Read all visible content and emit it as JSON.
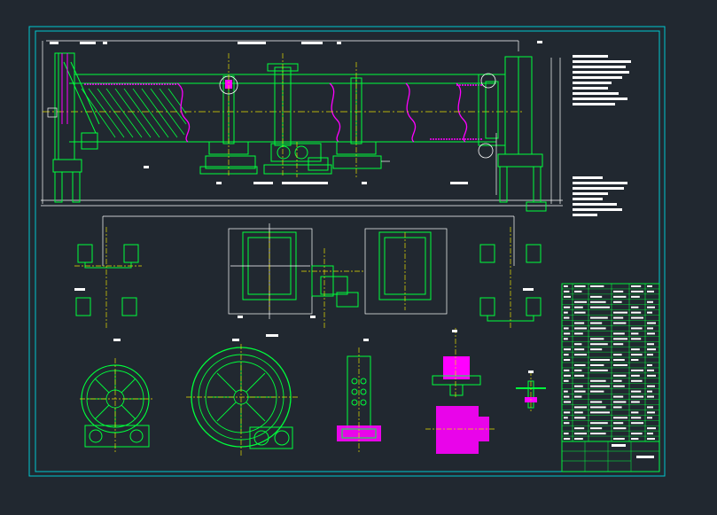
{
  "drawing": {
    "background": "#212830",
    "colors": {
      "frame": "#00c8d0",
      "outline": "#00ff3c",
      "center": "#e8e000",
      "magenta": "#ff00ff",
      "cyan": "#18d8e0",
      "white": "#ffffff",
      "gray": "#a8a8a8"
    }
  },
  "views": [
    {
      "name": "elevation-view"
    },
    {
      "name": "plan-view"
    },
    {
      "name": "feed-end-section"
    },
    {
      "name": "girth-gear-section"
    },
    {
      "name": "roller-detail"
    },
    {
      "name": "shaft-detail"
    },
    {
      "name": "seal-detail"
    },
    {
      "name": "bolt-detail"
    }
  ],
  "notes": {
    "lines": 8
  },
  "parts_list": {
    "rows": 30,
    "columns": 6
  },
  "title_block": {
    "rows": 3
  }
}
